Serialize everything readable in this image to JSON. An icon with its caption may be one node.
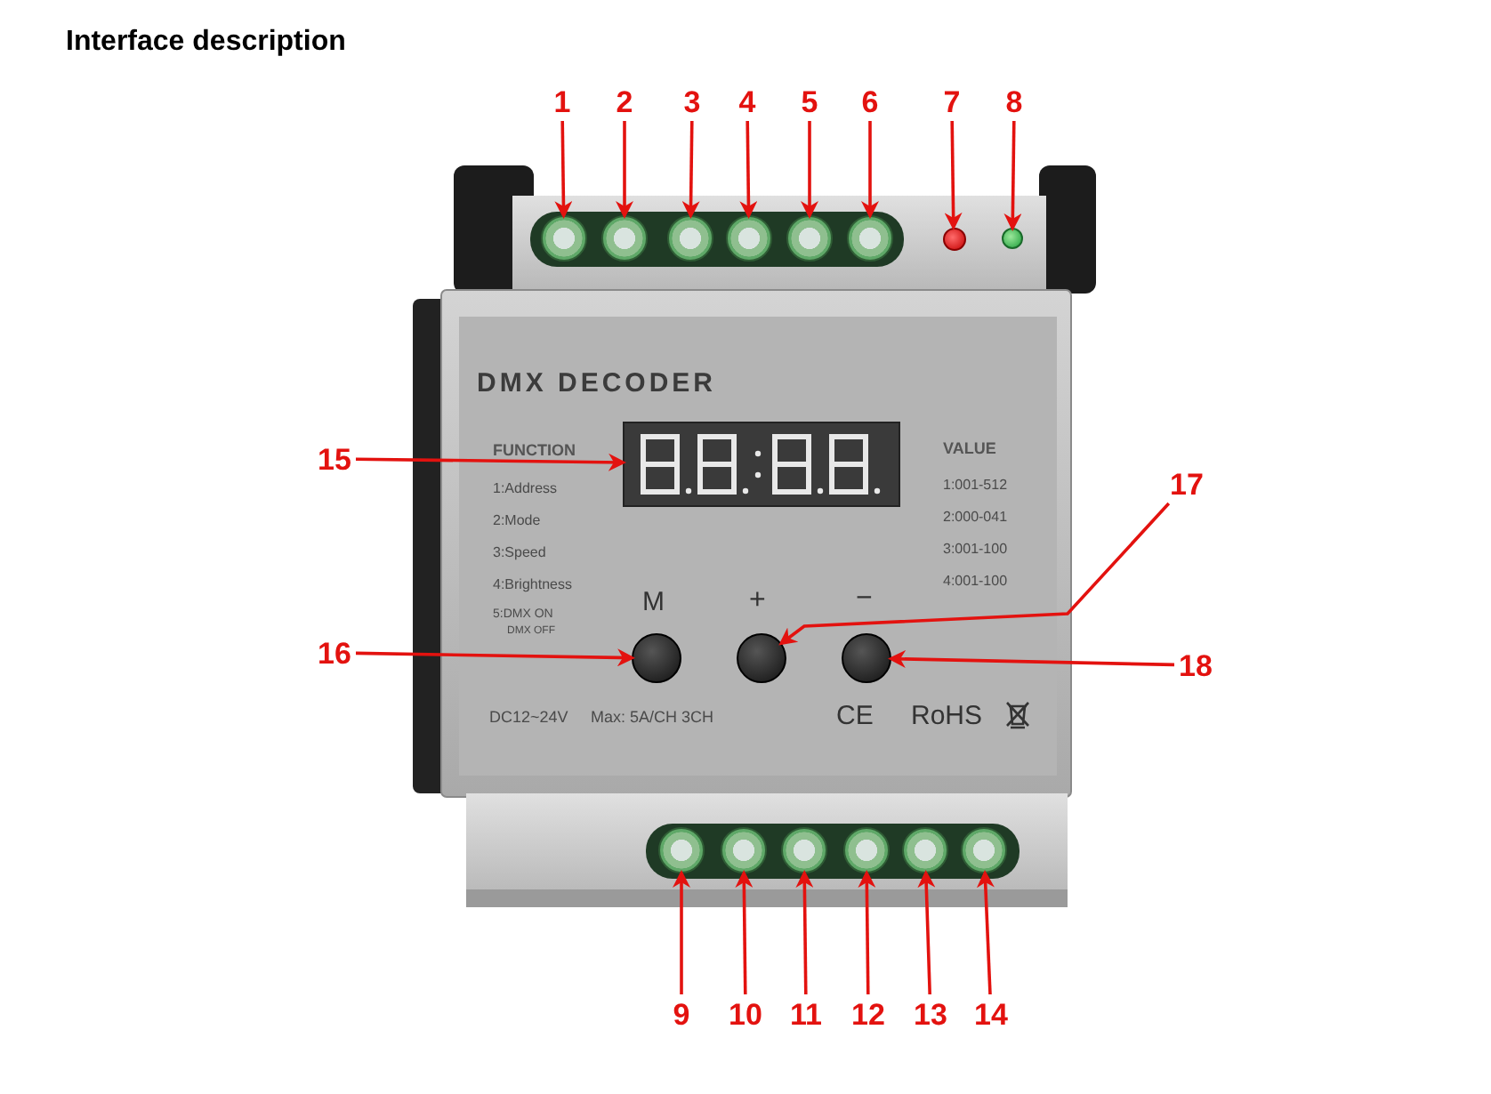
{
  "diagram": {
    "title": "Interface description",
    "nodes": [
      {
        "text": [
          "1"
        ]
      },
      {
        "text": [
          "2"
        ]
      },
      {
        "text": [
          "3"
        ]
      },
      {
        "text": [
          "4"
        ]
      },
      {
        "text": [
          "5"
        ]
      },
      {
        "text": [
          "6"
        ]
      },
      {
        "text": [
          "7"
        ]
      },
      {
        "text": [
          "8"
        ]
      },
      {
        "text": [
          "9"
        ]
      },
      {
        "text": [
          "10"
        ]
      },
      {
        "text": [
          "11"
        ]
      },
      {
        "text": [
          "12"
        ]
      },
      {
        "text": [
          "13"
        ]
      },
      {
        "text": [
          "14"
        ]
      },
      {
        "text": [
          "15"
        ]
      },
      {
        "text": [
          "16"
        ]
      },
      {
        "text": [
          "17"
        ]
      },
      {
        "text": [
          "18"
        ]
      },
      {
        "text": [],
        "shape": "circle"
      },
      {
        "text": [],
        "shape": "circle"
      },
      {
        "text": [],
        "shape": "circle"
      },
      {
        "text": [],
        "shape": "circle"
      },
      {
        "text": [],
        "shape": "circle"
      },
      {
        "text": [],
        "shape": "circle"
      },
      {
        "text": [],
        "shape": "circle"
      },
      {
        "text": [],
        "shape": "circle"
      },
      {
        "text": [],
        "shape": "circle"
      },
      {
        "text": [],
        "shape": "circle"
      },
      {
        "text": [],
        "shape": "circle"
      },
      {
        "text": [],
        "shape": "circle"
      },
      {
        "text": [],
        "shape": "circle"
      },
      {
        "text": [],
        "shape": "circle"
      },
      {
        "text": [],
        "shape": "box"
      },
      {
        "text": [],
        "shape": "circle"
      },
      {
        "text": [],
        "shape": "circle"
      },
      {
        "text": [],
        "shape": "circle"
      }
    ],
    "edges": [
      {
        "from": 0,
        "to": 18,
        "arrow": "to"
      },
      {
        "from": 1,
        "to": 19,
        "arrow": "to"
      },
      {
        "from": 2,
        "to": 20,
        "arrow": "to"
      },
      {
        "from": 3,
        "to": 21,
        "arrow": "to"
      },
      {
        "from": 4,
        "to": 22,
        "arrow": "to"
      },
      {
        "from": 5,
        "to": 23,
        "arrow": "to"
      },
      {
        "from": 6,
        "to": 24,
        "arrow": "to"
      },
      {
        "from": 7,
        "to": 25,
        "arrow": "to"
      },
      {
        "from": 8,
        "to": 26,
        "arrow": "to"
      },
      {
        "from": 9,
        "to": 27,
        "arrow": "to"
      },
      {
        "from": 10,
        "to": 28,
        "arrow": "to"
      },
      {
        "from": 11,
        "to": 29,
        "arrow": "to"
      },
      {
        "from": 12,
        "to": 30,
        "arrow": "to"
      },
      {
        "from": 13,
        "to": 31,
        "arrow": "to"
      },
      {
        "from": 14,
        "to": 32,
        "arrow": "to"
      },
      {
        "from": 15,
        "to": 33,
        "arrow": "to"
      },
      {
        "from": 16,
        "to": 34,
        "arrow": "to"
      },
      {
        "from": 17,
        "to": 35,
        "arrow": "to"
      }
    ],
    "labels": [
      "DMX DECODER",
      "FUNCTION",
      "VALUE",
      "1:Address",
      "1:001-512",
      "2:Mode",
      "2:000-041",
      "3:Speed",
      "3:001-100",
      "4:Brightness",
      "4:001-100",
      "5:DMX ON",
      "DMX OFF",
      "M",
      "+",
      "−",
      "DC12~24V",
      "Max: 5A/CH 3CH",
      "CE",
      "RoHS"
    ]
  }
}
